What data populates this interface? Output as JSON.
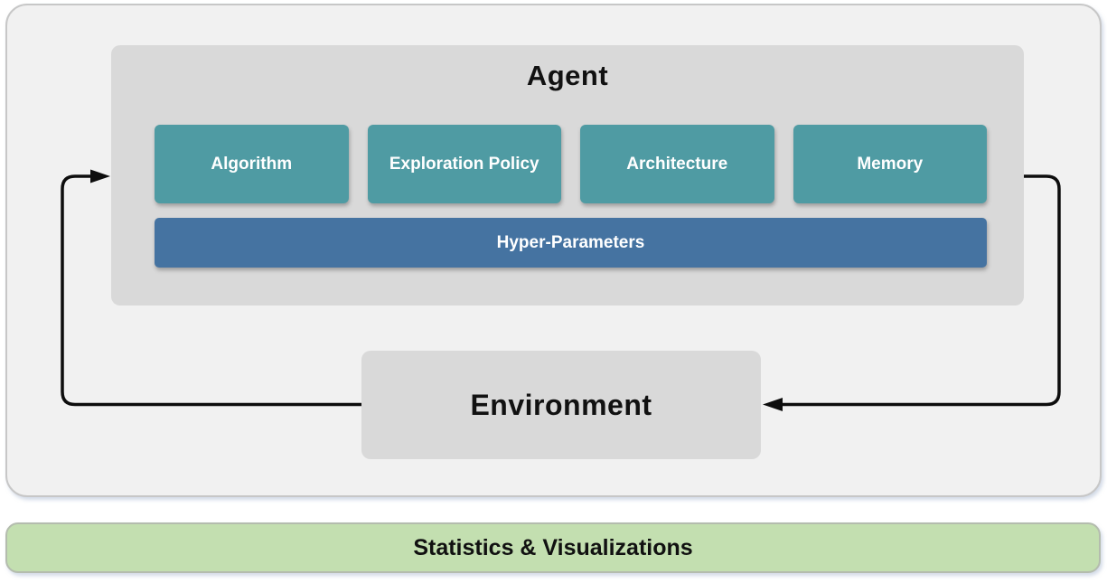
{
  "diagram": {
    "agent": {
      "title": "Agent",
      "modules": [
        {
          "label": "Algorithm"
        },
        {
          "label": "Exploration Policy"
        },
        {
          "label": "Architecture"
        },
        {
          "label": "Memory"
        }
      ],
      "hyper_parameters": {
        "label": "Hyper-Parameters"
      }
    },
    "environment": {
      "label": "Environment"
    },
    "statistics_bar": {
      "label": "Statistics & Visualizations"
    }
  },
  "colors": {
    "module_teal": "#4F9BA3",
    "hyper_blue": "#4573A1",
    "container_gray": "#D9D9D9",
    "panel_gray": "#F1F1F1",
    "stats_green": "#C3DFB0",
    "arrow_black": "#0D0D0D"
  }
}
